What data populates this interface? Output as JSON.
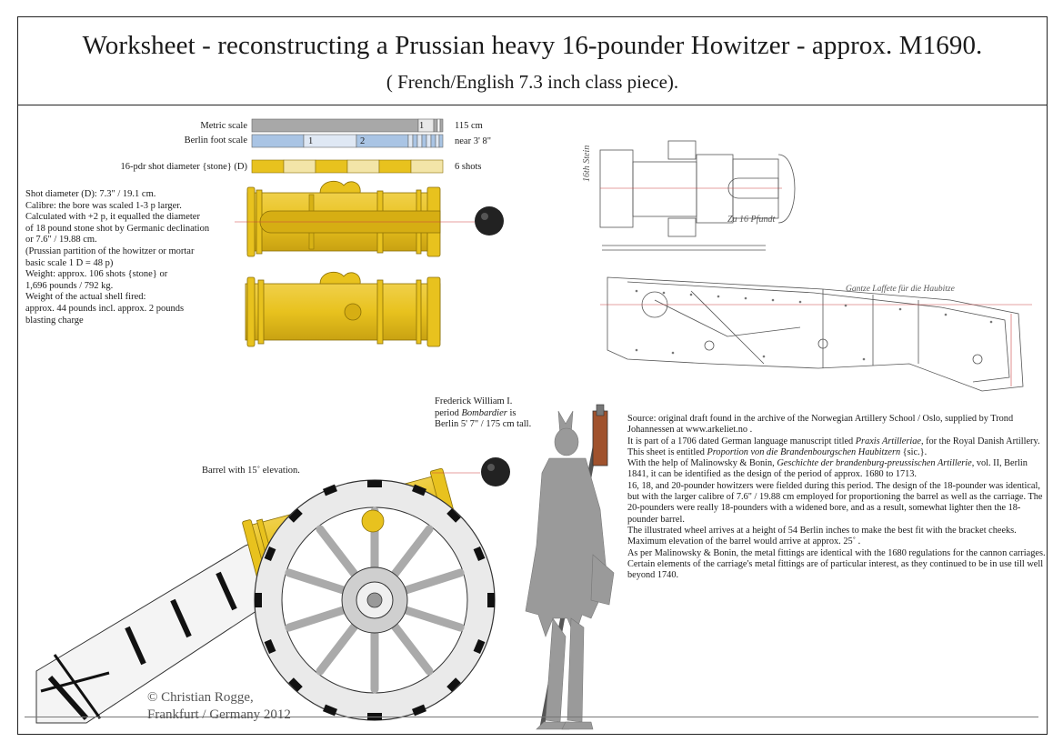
{
  "header": {
    "title": "Worksheet - reconstructing a Prussian heavy 16-pounder Howitzer - approx. M1690.",
    "subtitle": "( French/English 7.3 inch class piece)."
  },
  "scales": {
    "metric_label": "Metric scale",
    "metric_value": "115 cm",
    "metric_tick": "1",
    "berlin_label": "Berlin foot scale",
    "berlin_value": "near 3' 8\"",
    "berlin_tick_1": "1",
    "berlin_tick_2": "2",
    "shot_label": "16-pdr shot diameter {stone} (D)",
    "shot_value": "6 shots"
  },
  "notes": [
    "Shot diameter (D): 7.3\" / 19.1 cm.",
    "Calibre: the bore was scaled  1-3 p larger.",
    "Calculated with +2 p, it equalled the diameter",
    "of 18 pound stone shot by Germanic declination",
    "or 7.6\" / 19.88 cm.",
    "(Prussian partition of the howitzer or mortar",
    "basic scale 1 D = 48 p)",
    "Weight: approx. 106 shots {stone} or",
    "1,696 pounds / 792 kg.",
    "Weight of the actual shell fired:",
    "approx. 44 pounds incl. approx. 2 pounds",
    "blasting charge"
  ],
  "sketch": {
    "vertical_note": "16th Stein",
    "barrel_note": "Zu 16 Pfundt",
    "carriage_note": "Gantze Laffete für die Haubitze"
  },
  "elevation_label": "Barrel with 15˚ elevation.",
  "bombardier": {
    "line1": "Frederick William I.",
    "line2_prefix": "period ",
    "line2_italic": "Bombardier",
    "line2_suffix": " is",
    "line3": "Berlin 5' 7\" / 175 cm tall."
  },
  "source": {
    "p1": "Source: original draft found in the archive of the Norwegian Artillery School / Oslo, supplied by Trond Johannessen at www.arkeliet.no .",
    "p2a": "It is part of a 1706 dated German language manuscript titled ",
    "p2i": "Praxis Artilleriae",
    "p2b": ", for the Royal Danish Artillery. This sheet is entitled ",
    "p2i2": "Proportion von die Brandenbourgschen Haubitzern",
    "p2c": " {sic.}.",
    "p3a": "With the help of Malinowsky & Bonin, ",
    "p3i": "Geschichte der brandenburg-preussischen Artillerie",
    "p3b": ", vol. II, Berlin 1841, it can be identified as the design of the period of approx. 1680 to 1713.",
    "p4": "16, 18, and 20-pounder howitzers were fielded during this period. The design of the 18-pounder was identical, but with the larger calibre of 7.6\" / 19.88 cm employed for proportioning the barrel as well as the carriage. The 20-pounders were really 18-pounders with a widened bore, and as a result, somewhat lighter then the 18-pounder barrel.",
    "p5": "The illustrated wheel arrives at a height of 54 Berlin inches to make the best fit with the bracket cheeks. Maximum elevation of the barrel would arrive at approx. 25˚ .",
    "p6": "As per Malinowsky & Bonin, the metal fittings are identical with the 1680 regulations for the cannon carriages. Certain elements of the carriage's metal fittings are of particular interest, as they continued to be in use till well beyond 1740."
  },
  "copyright": {
    "line1": "© Christian Rogge,",
    "line2": "Frankfurt / Germany 2012"
  },
  "colors": {
    "brass": "#e8c21e",
    "brass_dark": "#b89409",
    "metric_bar": "#a8a8a8",
    "berlin_bar": "#a9c4e4",
    "figure_gray": "#9a9a9a"
  }
}
